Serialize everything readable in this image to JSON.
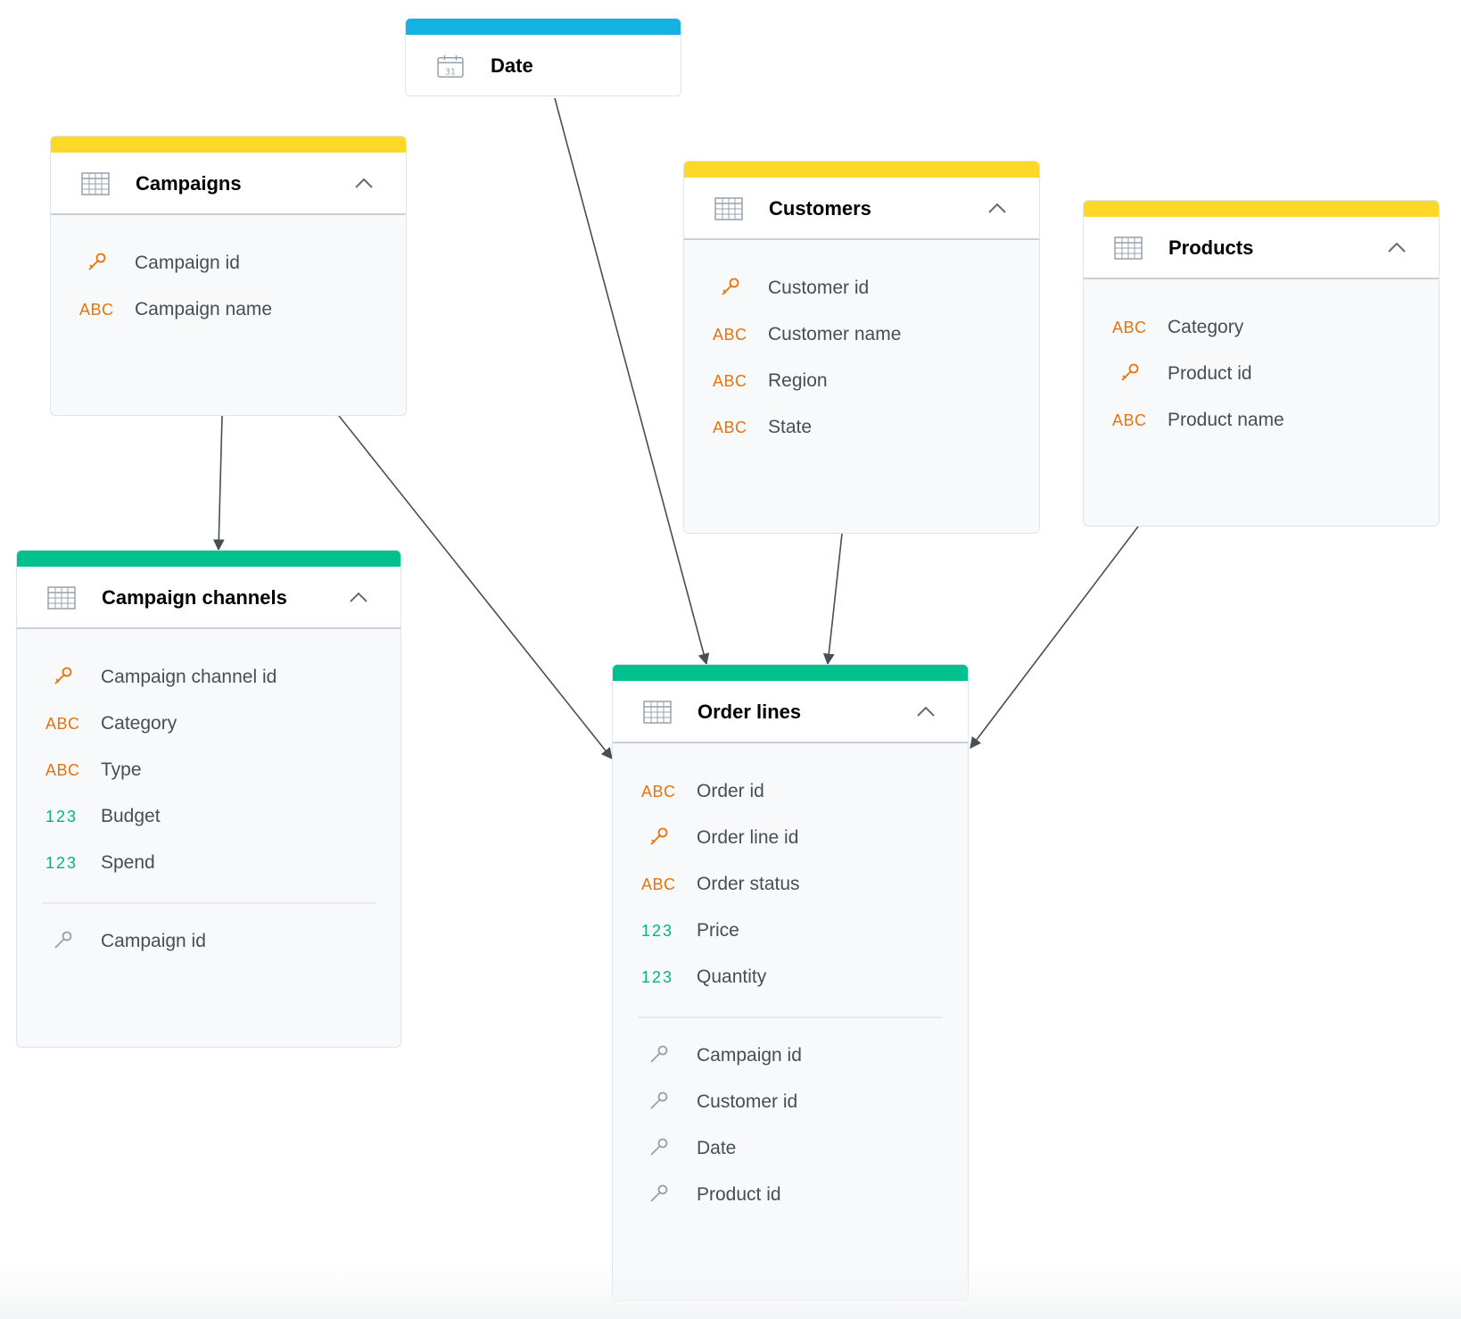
{
  "colors": {
    "date_bar": "#14b2e2",
    "attribute_bar": "#fdd829",
    "fact_bar": "#00c18d",
    "abc_type": "#e8730b",
    "number_type": "#00b67a",
    "primary_key": "#e8730b",
    "reference_key": "#94a1ad",
    "edge": "#464e56"
  },
  "datasets": {
    "date": {
      "title": "Date",
      "icon": "calendar-icon"
    },
    "campaigns": {
      "title": "Campaigns",
      "fields": [
        {
          "type": "key",
          "label": "Campaign id"
        },
        {
          "type": "ABC",
          "label": "Campaign name"
        }
      ]
    },
    "customers": {
      "title": "Customers",
      "fields": [
        {
          "type": "key",
          "label": "Customer id"
        },
        {
          "type": "ABC",
          "label": "Customer name"
        },
        {
          "type": "ABC",
          "label": "Region"
        },
        {
          "type": "ABC",
          "label": "State"
        }
      ]
    },
    "products": {
      "title": "Products",
      "fields": [
        {
          "type": "ABC",
          "label": "Category"
        },
        {
          "type": "key",
          "label": "Product id"
        },
        {
          "type": "ABC",
          "label": "Product name"
        }
      ]
    },
    "campaign_channels": {
      "title": "Campaign channels",
      "fields": [
        {
          "type": "key",
          "label": "Campaign channel id"
        },
        {
          "type": "ABC",
          "label": "Category"
        },
        {
          "type": "ABC",
          "label": "Type"
        },
        {
          "type": "123",
          "label": "Budget"
        },
        {
          "type": "123",
          "label": "Spend"
        }
      ],
      "references": [
        {
          "type": "ref",
          "label": "Campaign id"
        }
      ]
    },
    "order_lines": {
      "title": "Order lines",
      "fields": [
        {
          "type": "ABC",
          "label": "Order id"
        },
        {
          "type": "key",
          "label": "Order line id"
        },
        {
          "type": "ABC",
          "label": "Order status"
        },
        {
          "type": "123",
          "label": "Price"
        },
        {
          "type": "123",
          "label": "Quantity"
        }
      ],
      "references": [
        {
          "type": "ref",
          "label": "Campaign id"
        },
        {
          "type": "ref",
          "label": "Customer id"
        },
        {
          "type": "ref",
          "label": "Date"
        },
        {
          "type": "ref",
          "label": "Product id"
        }
      ]
    }
  },
  "relationships": [
    {
      "from": "campaigns",
      "to": "campaign_channels"
    },
    {
      "from": "campaigns",
      "to": "order_lines"
    },
    {
      "from": "date",
      "to": "order_lines"
    },
    {
      "from": "customers",
      "to": "order_lines"
    },
    {
      "from": "products",
      "to": "order_lines"
    }
  ]
}
